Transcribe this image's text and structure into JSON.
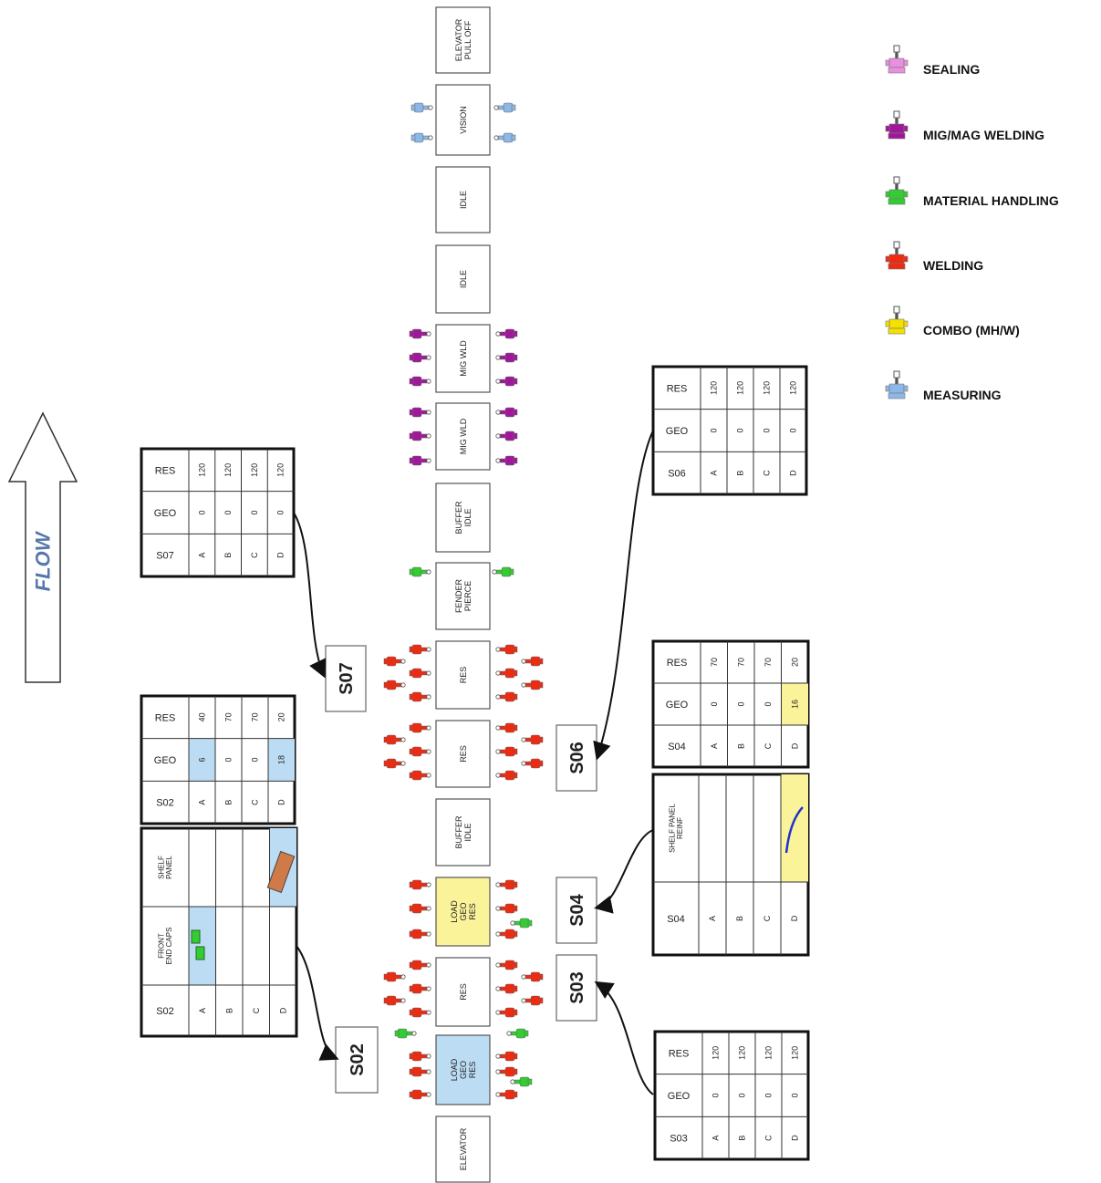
{
  "flow_label": "FLOW",
  "legend": [
    {
      "label": "SEALING",
      "color": "#e98fe0",
      "icon": "sealing-robot-icon"
    },
    {
      "label": "MIG/MAG WELDING",
      "color": "#a0189a",
      "icon": "mig-mag-robot-icon"
    },
    {
      "label": "MATERIAL HANDLING",
      "color": "#33cc33",
      "icon": "material-handling-robot-icon"
    },
    {
      "label": "WELDING",
      "color": "#ee2a10",
      "icon": "welding-robot-icon"
    },
    {
      "label": "COMBO (MH/W)",
      "color": "#f5e000",
      "icon": "combo-robot-icon"
    },
    {
      "label": "MEASURING",
      "color": "#8cb8e8",
      "icon": "measuring-robot-icon"
    }
  ],
  "stations": [
    {
      "label": "ELEVATOR\nPULL OFF",
      "fill": "#ffffff"
    },
    {
      "label": "VISION",
      "fill": "#ffffff"
    },
    {
      "label": "IDLE",
      "fill": "#ffffff"
    },
    {
      "label": "IDLE",
      "fill": "#ffffff"
    },
    {
      "label": "MIG WLD",
      "fill": "#ffffff"
    },
    {
      "label": "MIG WLD",
      "fill": "#ffffff"
    },
    {
      "label": "BUFFER\nIDLE",
      "fill": "#ffffff"
    },
    {
      "label": "FENDER\nPIERCE",
      "fill": "#ffffff"
    },
    {
      "label": "RES",
      "fill": "#ffffff"
    },
    {
      "label": "RES",
      "fill": "#ffffff"
    },
    {
      "label": "BUFFER\nIDLE",
      "fill": "#ffffff"
    },
    {
      "label": "LOAD\nGEO\nRES",
      "fill": "#fbf39a"
    },
    {
      "label": "RES",
      "fill": "#ffffff"
    },
    {
      "label": "LOAD\nGEO\nRES",
      "fill": "#bcdcf3"
    },
    {
      "label": "ELEVATOR",
      "fill": "#ffffff"
    }
  ],
  "station_tags": [
    "S07",
    "S06",
    "S04",
    "S03",
    "S02"
  ],
  "tables": {
    "s07": {
      "rows": [
        [
          "RES",
          "120",
          "120",
          "120",
          "120"
        ],
        [
          "GEO",
          "0",
          "0",
          "0",
          "0"
        ],
        [
          "S07",
          "A",
          "B",
          "C",
          "D"
        ]
      ]
    },
    "s06": {
      "rows": [
        [
          "RES",
          "120",
          "120",
          "120",
          "120"
        ],
        [
          "GEO",
          "0",
          "0",
          "0",
          "0"
        ],
        [
          "S06",
          "A",
          "B",
          "C",
          "D"
        ]
      ]
    },
    "s04": {
      "rows": [
        [
          "RES",
          "70",
          "70",
          "70",
          "20"
        ],
        [
          "GEO",
          "0",
          "0",
          "0",
          "16"
        ],
        [
          "S04",
          "A",
          "B",
          "C",
          "D"
        ]
      ]
    },
    "s02": {
      "rows": [
        [
          "RES",
          "40",
          "70",
          "70",
          "20"
        ],
        [
          "GEO",
          "6",
          "0",
          "0",
          "18"
        ],
        [
          "S02",
          "A",
          "B",
          "C",
          "D"
        ]
      ]
    },
    "s03": {
      "rows": [
        [
          "RES",
          "120",
          "120",
          "120",
          "120"
        ],
        [
          "GEO",
          "0",
          "0",
          "0",
          "0"
        ],
        [
          "S03",
          "A",
          "B",
          "C",
          "D"
        ]
      ]
    }
  },
  "part_tables": {
    "s04": {
      "rows": [
        [
          "SHELF PANEL\nREINF",
          "",
          "",
          "",
          ""
        ],
        [
          "S04",
          "A",
          "B",
          "C",
          "D"
        ]
      ]
    },
    "s02": {
      "rows": [
        [
          "SHELF\nPANEL",
          "",
          "",
          "",
          ""
        ],
        [
          "FRONT\nEND CAPS",
          "",
          "",
          "",
          ""
        ],
        [
          "S02",
          "A",
          "B",
          "C",
          "D"
        ]
      ]
    }
  }
}
